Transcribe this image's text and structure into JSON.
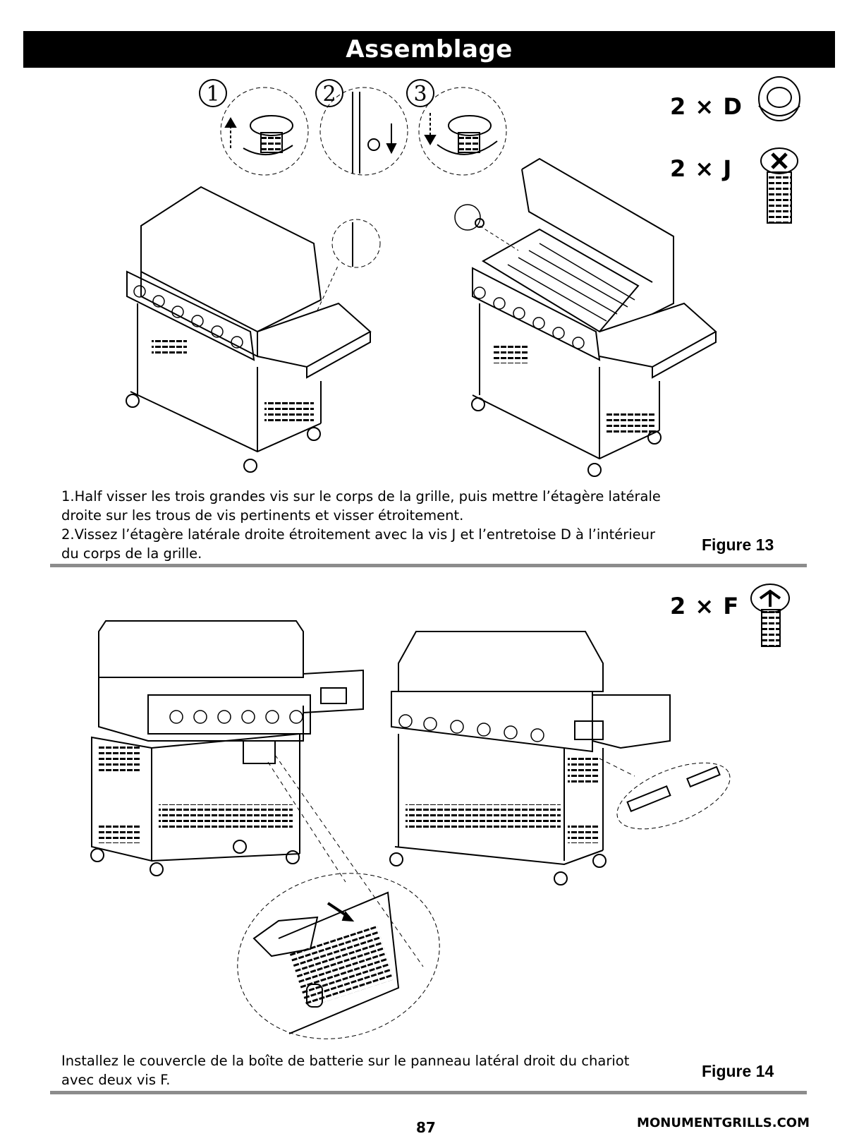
{
  "header": {
    "title": "Assemblage"
  },
  "figure13": {
    "steps": [
      "1",
      "2",
      "3"
    ],
    "parts": [
      {
        "qty": "2 × D",
        "icon": "spacer-icon"
      },
      {
        "qty": "2 × J",
        "icon": "large-screw-icon"
      }
    ],
    "instructions": [
      "1.Half visser les trois grandes vis sur le corps de la grille, puis mettre l’étagère latérale",
      "droite sur les trous de vis pertinents et visser étroitement.",
      "2.Vissez l’étagère latérale droite étroitement avec la vis J et l’entretoise D à l’intérieur",
      "du corps de la grille."
    ],
    "label": "Figure 13"
  },
  "figure14": {
    "parts": [
      {
        "qty": "2 × F",
        "icon": "screw-icon"
      }
    ],
    "instructions": [
      "Installez le couvercle de la boîte de batterie sur le panneau latéral droit du chariot",
      "avec deux vis F."
    ],
    "label": "Figure 14"
  },
  "footer": {
    "page_number": "87",
    "website": "MONUMENTGRILLS.COM"
  }
}
